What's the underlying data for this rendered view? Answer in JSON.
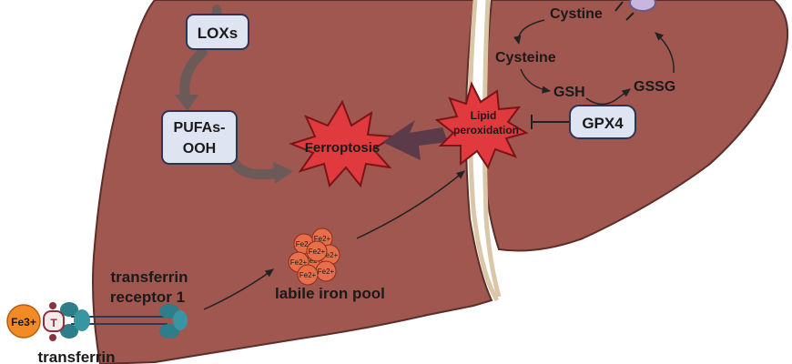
{
  "labels": {
    "loxs": "LOXs",
    "pufas_line1": "PUFAs-",
    "pufas_line2": "OOH",
    "ferroptosis": "Ferroptosis",
    "lipid_line1": "Lipid",
    "lipid_line2": "peroxidation",
    "gpx4": "GPX4",
    "cystine": "Cystine",
    "cysteine": "Cysteine",
    "gsh": "GSH",
    "gssg": "GSSG",
    "transferrin_receptor_line1": "transferrin",
    "transferrin_receptor_line2": "receptor 1",
    "labile_iron_pool": "labile iron pool",
    "transferrin": "transferrin",
    "fe3": "Fe3+",
    "fe2": "Fe2+"
  },
  "colors": {
    "liver_fill": "#a0574f",
    "liver_stroke": "#5b2e2a",
    "box_fill": "#dfe4f2",
    "box_stroke": "#2e3552",
    "burst_fill": "#e03a3e",
    "big_arrow": "#5b3a4a",
    "fe2_fill": "#e86f4a",
    "fe3_fill": "#f28a26",
    "receptor": "#2e7d8a"
  },
  "fe2_count": 8
}
